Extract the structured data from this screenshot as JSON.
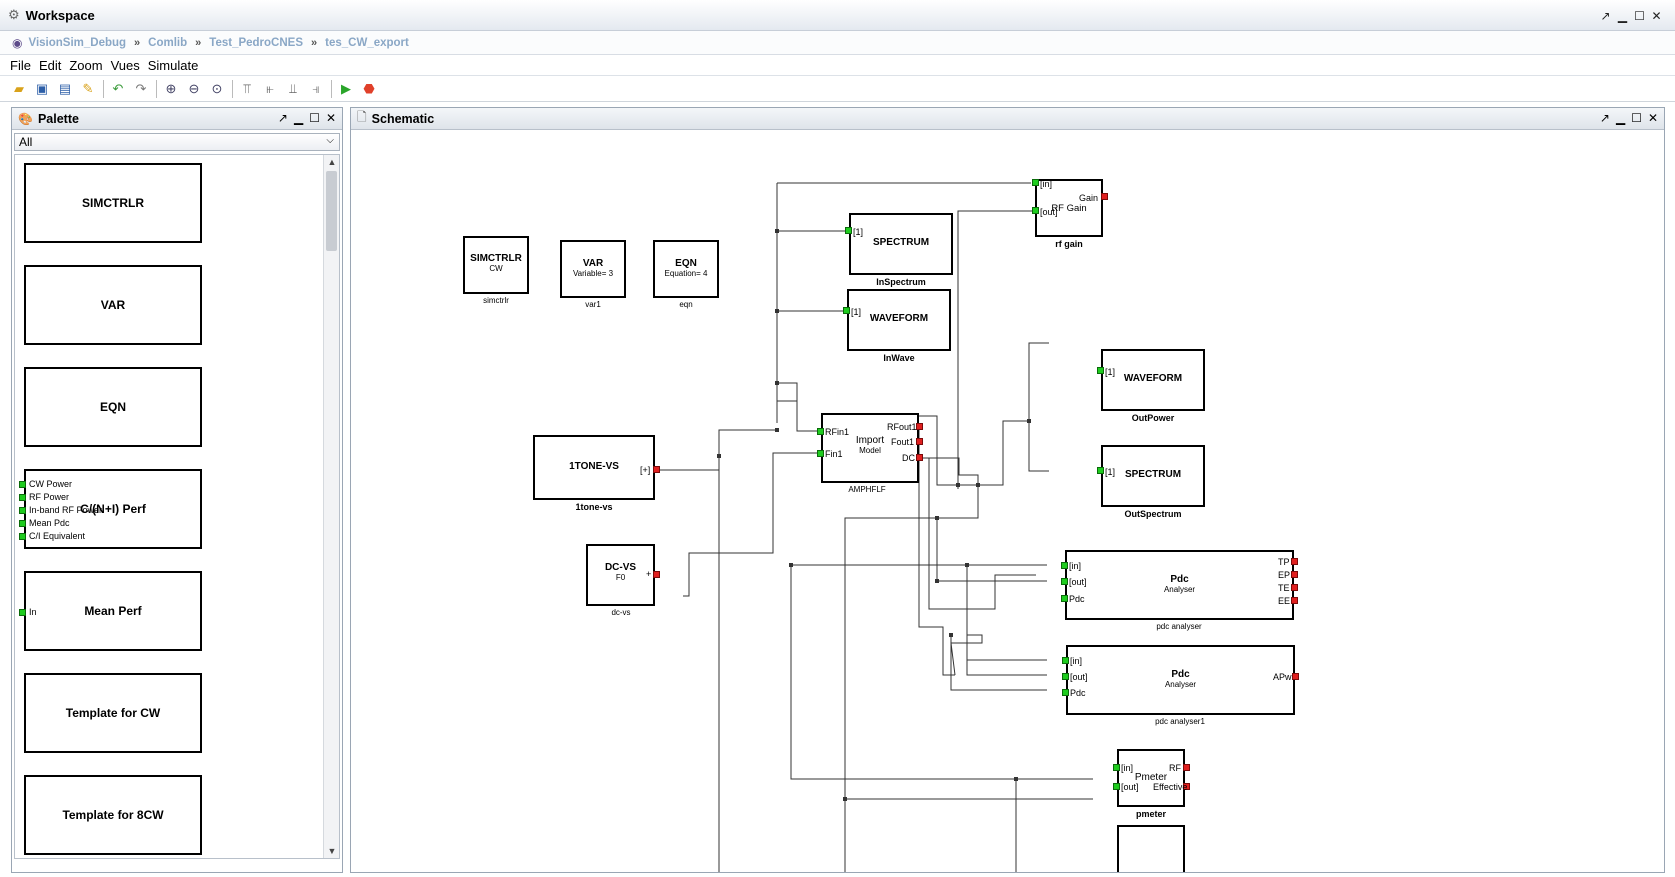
{
  "window": {
    "title": "Workspace"
  },
  "breadcrumb": [
    "VisionSim_Debug",
    "Comlib",
    "Test_PedroCNES",
    "tes_CW_export"
  ],
  "menu": [
    "File",
    "Edit",
    "Zoom",
    "Vues",
    "Simulate"
  ],
  "palette": {
    "title": "Palette",
    "filter": "All",
    "items": [
      "SIMCTRLR",
      "VAR",
      "EQN",
      "C/(N+I) Perf",
      "Mean Perf",
      "Template for CW",
      "Template for 8CW"
    ],
    "cn_pins": [
      "CW Power",
      "RF Power",
      "In-band RF Power",
      "Mean Pdc",
      "C/I Equivalent"
    ],
    "mean_pin": "In"
  },
  "schematic": {
    "title": "Schematic",
    "simctrlr": {
      "name": "SIMCTRLR",
      "sub": "CW",
      "label": "simctrlr"
    },
    "var": {
      "name": "VAR",
      "sub": "Variable= 3",
      "label": "var1"
    },
    "eqn": {
      "name": "EQN",
      "sub": "Equation= 4",
      "label": "eqn"
    },
    "rfgain": {
      "name": "RF Gain",
      "in": "[in]",
      "out": "[out]",
      "gain": "Gain",
      "label": "rf gain"
    },
    "inspectrum": {
      "name": "SPECTRUM",
      "pin": "[1]",
      "label": "InSpectrum"
    },
    "inwave": {
      "name": "WAVEFORM",
      "pin": "[1]",
      "label": "InWave"
    },
    "outpower": {
      "name": "WAVEFORM",
      "pin": "[1]",
      "label": "OutPower"
    },
    "outspectrum": {
      "name": "SPECTRUM",
      "pin": "[1]",
      "label": "OutSpectrum"
    },
    "tone": {
      "name": "1TONE-VS",
      "pin": "[+]",
      "label": "1tone-vs"
    },
    "dcvs": {
      "name": "DC-VS",
      "sub": "F0",
      "pin": "+",
      "label": "dc-vs"
    },
    "amp": {
      "name": "Import",
      "sub": "Model",
      "in1": "RFin1",
      "in2": "Fin1",
      "out1": "RFout1",
      "out2": "Fout1",
      "out3": "DC",
      "label": "AMPHFLF"
    },
    "pdc1": {
      "name": "Pdc",
      "sub": "Analyser",
      "pins_in": [
        "[in]",
        "[out]",
        "Pdc"
      ],
      "pins_out": [
        "TP",
        "EP",
        "TE",
        "EE"
      ],
      "label": "pdc analyser"
    },
    "pdc2": {
      "name": "Pdc",
      "sub": "Analyser",
      "pins_in": [
        "[in]",
        "[out]",
        "Pdc"
      ],
      "pins_out": [
        "APw"
      ],
      "label": "pdc analyser1"
    },
    "pmeter": {
      "name": "Pmeter",
      "pins_in": [
        "[in]",
        "[out]"
      ],
      "pins_out": [
        "RF",
        "Effective"
      ],
      "label": "pmeter"
    }
  }
}
